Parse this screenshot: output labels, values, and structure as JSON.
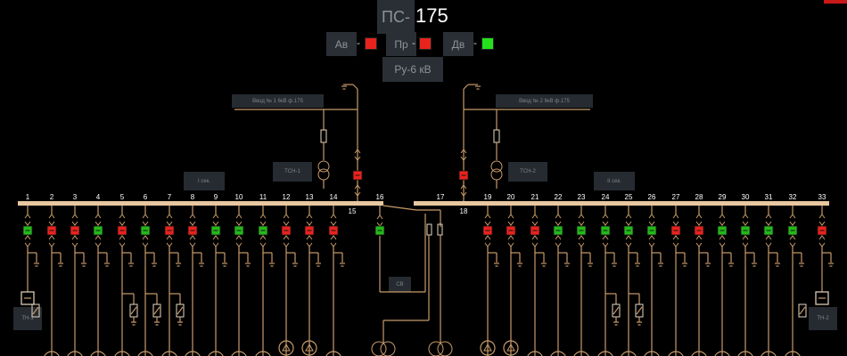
{
  "substation": {
    "prefix": "ПС-",
    "number": "175"
  },
  "status": [
    {
      "label": "Ав",
      "color": "#e8231d"
    },
    {
      "label": "Пр",
      "color": "#e8231d"
    },
    {
      "label": "Дв",
      "color": "#25e01c"
    }
  ],
  "voltage_label": "Ру-6 кВ",
  "supply_left_label": "Ввод № 1 6кВ ф.175",
  "supply_right_label": "Ввод № 2 6кВ ф.175",
  "tsn_left_label": "ТСН-1",
  "tsn_right_label": "ТСН-2",
  "section_left_label": "I сек.",
  "section_right_label": "II сек.",
  "sv_label": "СВ",
  "meter_left_label": "ТН-1",
  "meter_right_label": "ТН-2",
  "feeders": [
    {
      "n": "1",
      "state": "on",
      "load": "tn"
    },
    {
      "n": "2",
      "state": "off",
      "load": "line"
    },
    {
      "n": "3",
      "state": "off",
      "load": "line"
    },
    {
      "n": "4",
      "state": "on",
      "load": "line"
    },
    {
      "n": "5",
      "state": "off",
      "load": "line"
    },
    {
      "n": "6",
      "state": "on",
      "load": "line"
    },
    {
      "n": "7",
      "state": "off",
      "load": "line"
    },
    {
      "n": "8",
      "state": "off",
      "load": "line"
    },
    {
      "n": "9",
      "state": "on",
      "load": "line"
    },
    {
      "n": "10",
      "state": "on",
      "load": "line"
    },
    {
      "n": "11",
      "state": "on",
      "load": "line"
    },
    {
      "n": "12",
      "state": "off",
      "load": "motor"
    },
    {
      "n": "13",
      "state": "off",
      "load": "motor"
    },
    {
      "n": "14",
      "state": "off",
      "load": "line"
    },
    {
      "n": "16",
      "state": "on",
      "load": "sv"
    },
    {
      "n": "17",
      "state": "none",
      "load": "sv"
    },
    {
      "n": "19",
      "state": "off",
      "load": "motor"
    },
    {
      "n": "20",
      "state": "off",
      "load": "motor"
    },
    {
      "n": "21",
      "state": "off",
      "load": "line"
    },
    {
      "n": "22",
      "state": "on",
      "load": "line"
    },
    {
      "n": "23",
      "state": "on",
      "load": "line"
    },
    {
      "n": "24",
      "state": "on",
      "load": "line"
    },
    {
      "n": "25",
      "state": "on",
      "load": "line"
    },
    {
      "n": "26",
      "state": "on",
      "load": "line"
    },
    {
      "n": "27",
      "state": "off",
      "load": "line"
    },
    {
      "n": "28",
      "state": "off",
      "load": "line"
    },
    {
      "n": "29",
      "state": "on",
      "load": "line"
    },
    {
      "n": "30",
      "state": "on",
      "load": "line"
    },
    {
      "n": "31",
      "state": "on",
      "load": "line"
    },
    {
      "n": "32",
      "state": "on",
      "load": "line"
    },
    {
      "n": "33",
      "state": "off",
      "load": "tn"
    }
  ],
  "incomers": [
    {
      "n": "15",
      "state": "off"
    },
    {
      "n": "18",
      "state": "off"
    }
  ],
  "colors": {
    "bus": "#e8c8a0",
    "line": "#c89b6a",
    "on": "#25b81c",
    "off": "#e8231d",
    "bg": "#000000"
  }
}
